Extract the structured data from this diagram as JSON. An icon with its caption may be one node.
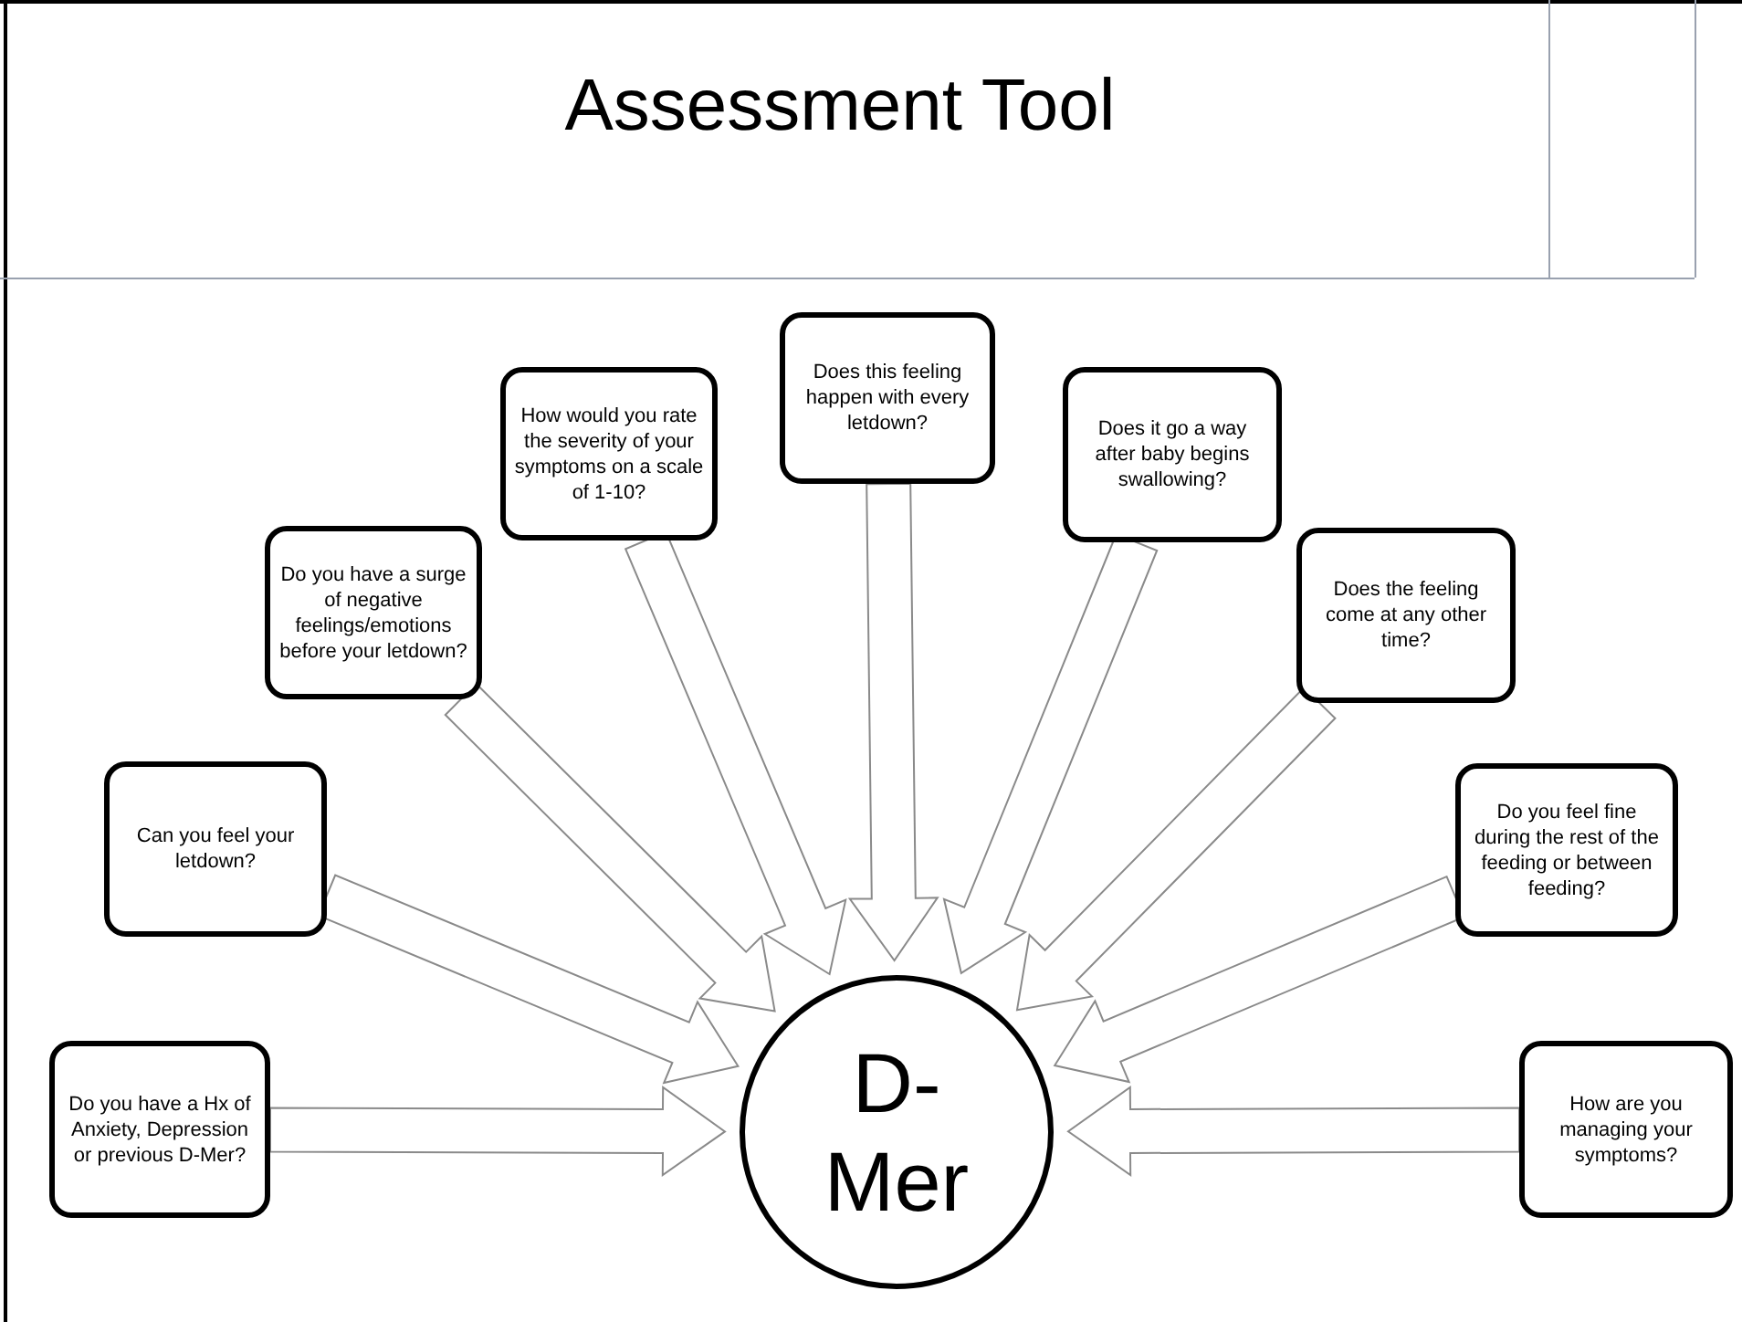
{
  "diagram": {
    "title": "Assessment Tool",
    "nodes": [
      {
        "text": [
          "Do you have a Hx of Anxiety, Depression or previous D-Mer?"
        ]
      },
      {
        "text": [
          "Can you feel your letdown?"
        ]
      },
      {
        "text": [
          "Do you have a surge of negative feelings/emotions before your letdown?"
        ]
      },
      {
        "text": [
          "How would you rate the severity of your symptoms on a scale of 1-10?"
        ]
      },
      {
        "text": [
          "Does this feeling happen with every letdown?"
        ]
      },
      {
        "text": [
          "Does it go a way after baby begins swallowing?"
        ]
      },
      {
        "text": [
          "Does the feeling come at any other time?"
        ]
      },
      {
        "text": [
          "Do you feel fine during the rest of the feeding or between feeding?"
        ]
      },
      {
        "text": [
          "How are you managing your symptoms?"
        ]
      },
      {
        "text": [
          "D- Mer"
        ]
      }
    ],
    "edges": [
      {
        "from": 0,
        "to": 9,
        "arrow": "to"
      },
      {
        "from": 1,
        "to": 9,
        "arrow": "to"
      },
      {
        "from": 2,
        "to": 9,
        "arrow": "to"
      },
      {
        "from": 3,
        "to": 9,
        "arrow": "to"
      },
      {
        "from": 4,
        "to": 9,
        "arrow": "to"
      },
      {
        "from": 5,
        "to": 9,
        "arrow": "to"
      },
      {
        "from": 6,
        "to": 9,
        "arrow": "to"
      },
      {
        "from": 7,
        "to": 9,
        "arrow": "to"
      },
      {
        "from": 8,
        "to": 9,
        "arrow": "to"
      }
    ]
  }
}
